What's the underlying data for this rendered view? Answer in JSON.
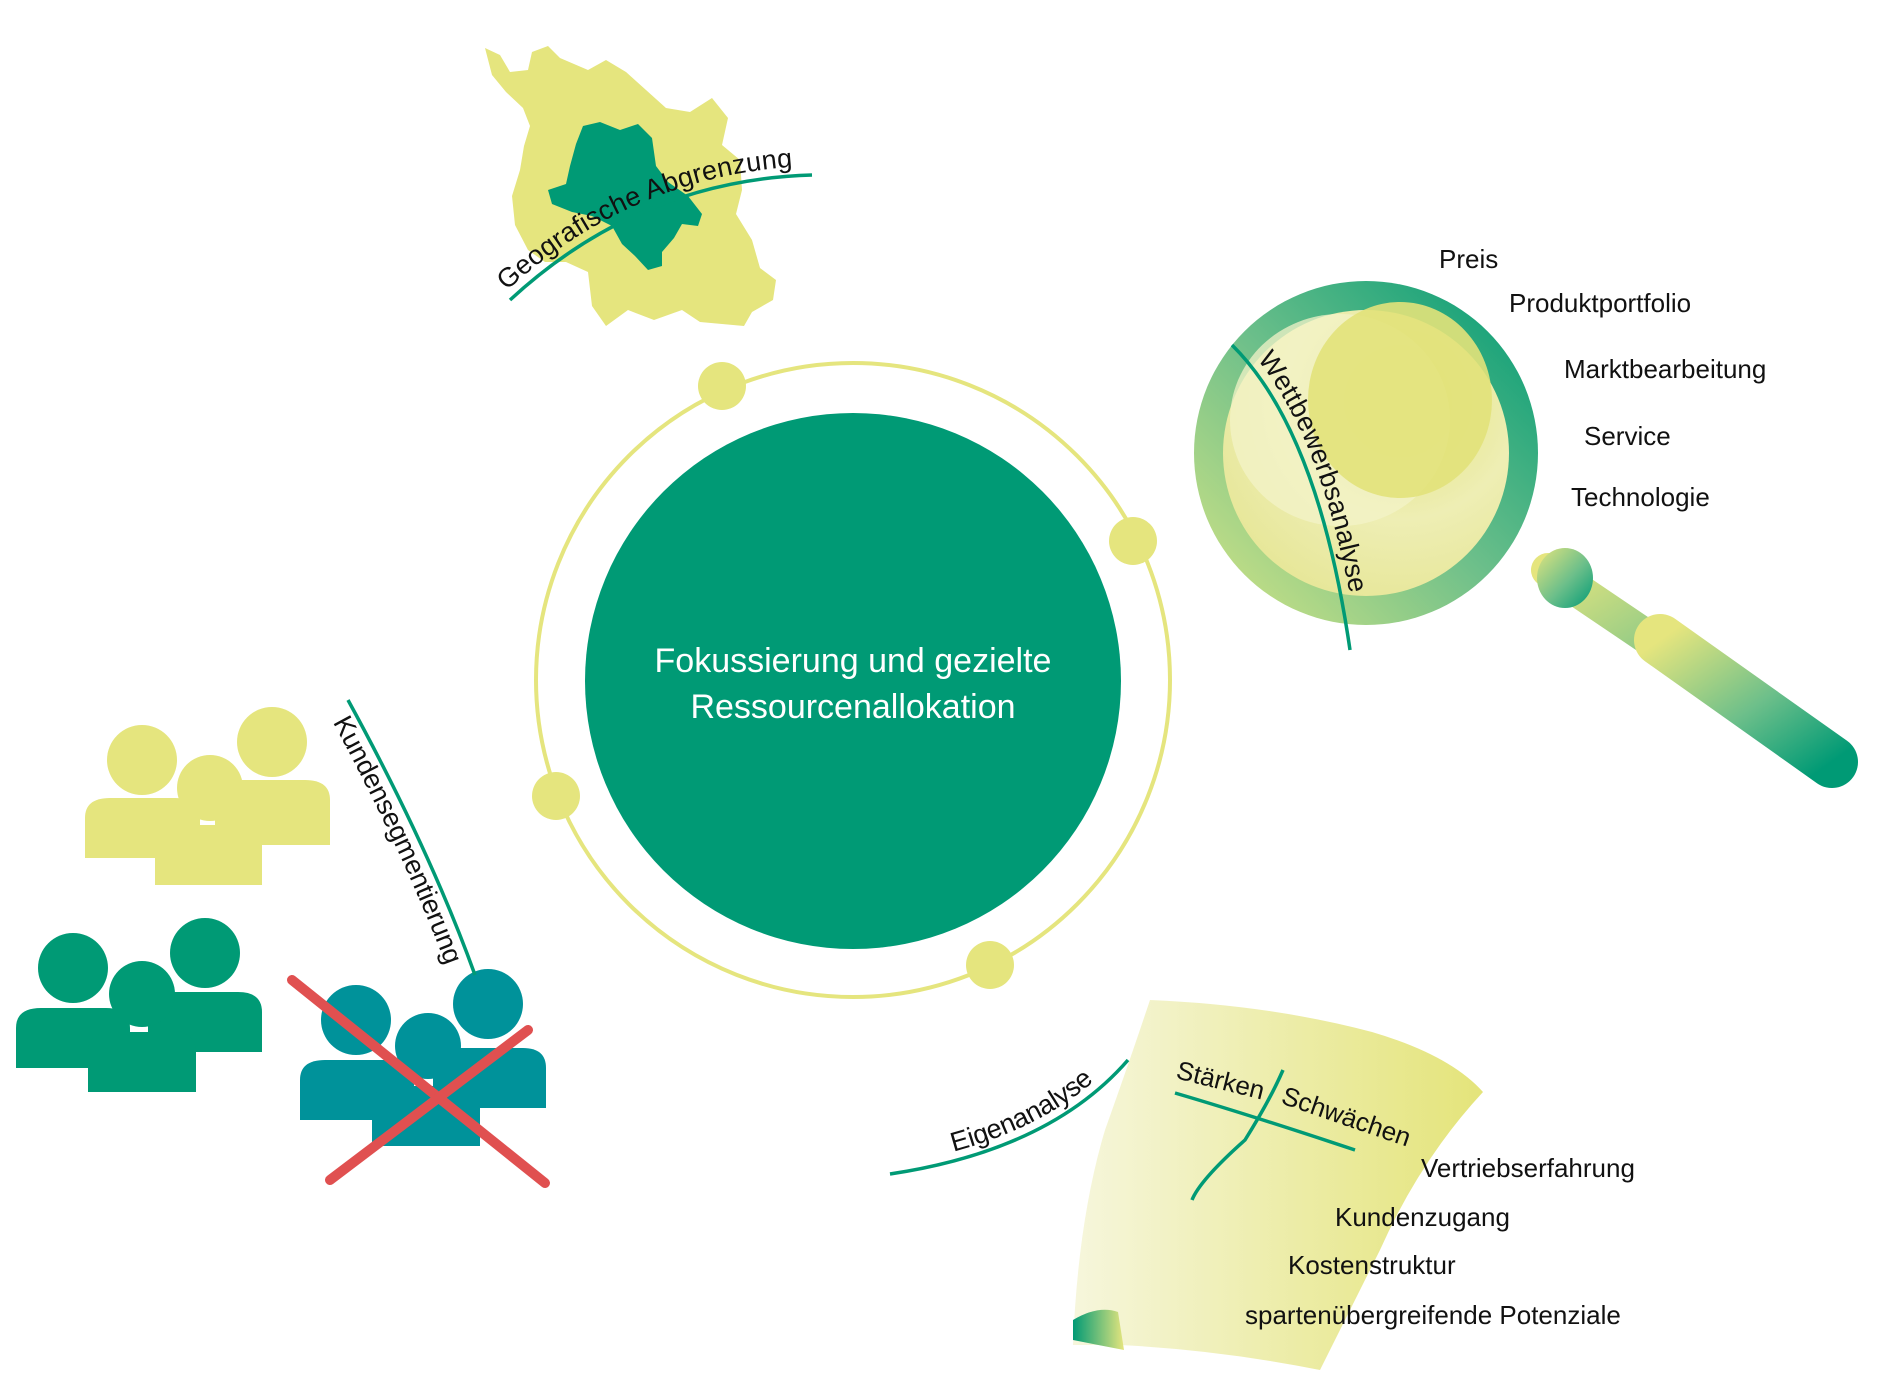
{
  "center": {
    "line1": "Fokussierung und gezielte",
    "line2": "Ressourcenallokation"
  },
  "sections": {
    "geo": {
      "label": "Geografische Abgrenzung"
    },
    "competition": {
      "label": "Wettbewerbsanalyse",
      "items": [
        "Preis",
        "Produktportfolio",
        "Marktbearbeitung",
        "Service",
        "Technologie"
      ]
    },
    "customers": {
      "label": "Kundensegmentierung"
    },
    "self": {
      "label": "Eigenanalyse",
      "strengths": "Stärken",
      "weaknesses": "Schwächen",
      "items": [
        "Vertriebserfahrung",
        "Kundenzugang",
        "Kostenstruktur",
        "spartenübergreifende Potenziale"
      ]
    }
  },
  "colors": {
    "green": "#009a75",
    "yellow": "#e5e57e",
    "teal": "#00929a",
    "red": "#e05050",
    "text": "#111111"
  },
  "icons": [
    "map-icon",
    "magnifier-icon",
    "people-icon",
    "paper-icon",
    "cross-icon"
  ]
}
